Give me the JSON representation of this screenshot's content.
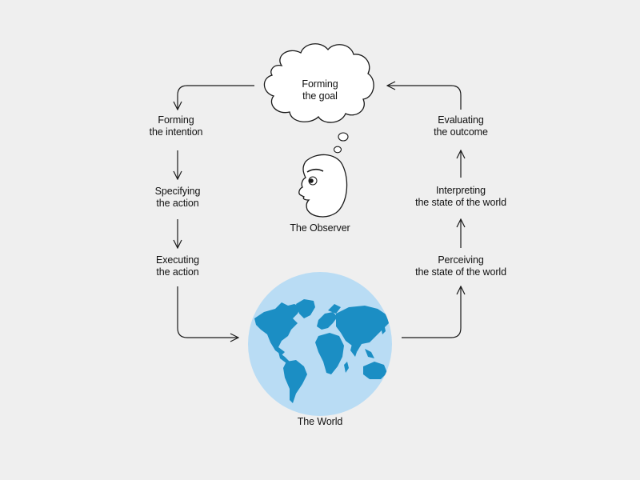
{
  "steps": {
    "goal": {
      "line1": "Forming",
      "line2": "the goal"
    },
    "intention": {
      "line1": "Forming",
      "line2": "the intention"
    },
    "specifying": {
      "line1": "Specifying",
      "line2": "the action"
    },
    "executing": {
      "line1": "Executing",
      "line2": "the action"
    },
    "perceiving": {
      "line1": "Perceiving",
      "line2": "the state of the world"
    },
    "interpreting": {
      "line1": "Interpreting",
      "line2": "the state of the world"
    },
    "evaluating": {
      "line1": "Evaluating",
      "line2": "the outcome"
    }
  },
  "actors": {
    "observer": "The Observer",
    "world": "The World"
  },
  "colors": {
    "background": "#efefef",
    "ocean": "#b9dcf4",
    "land": "#1b8ec4",
    "line": "#1a1a1a"
  },
  "icons": {
    "goal_shape": "thought-cloud-icon",
    "observer": "observer-face-icon",
    "world": "world-map-globe-icon",
    "connector": "arrow-icon"
  }
}
